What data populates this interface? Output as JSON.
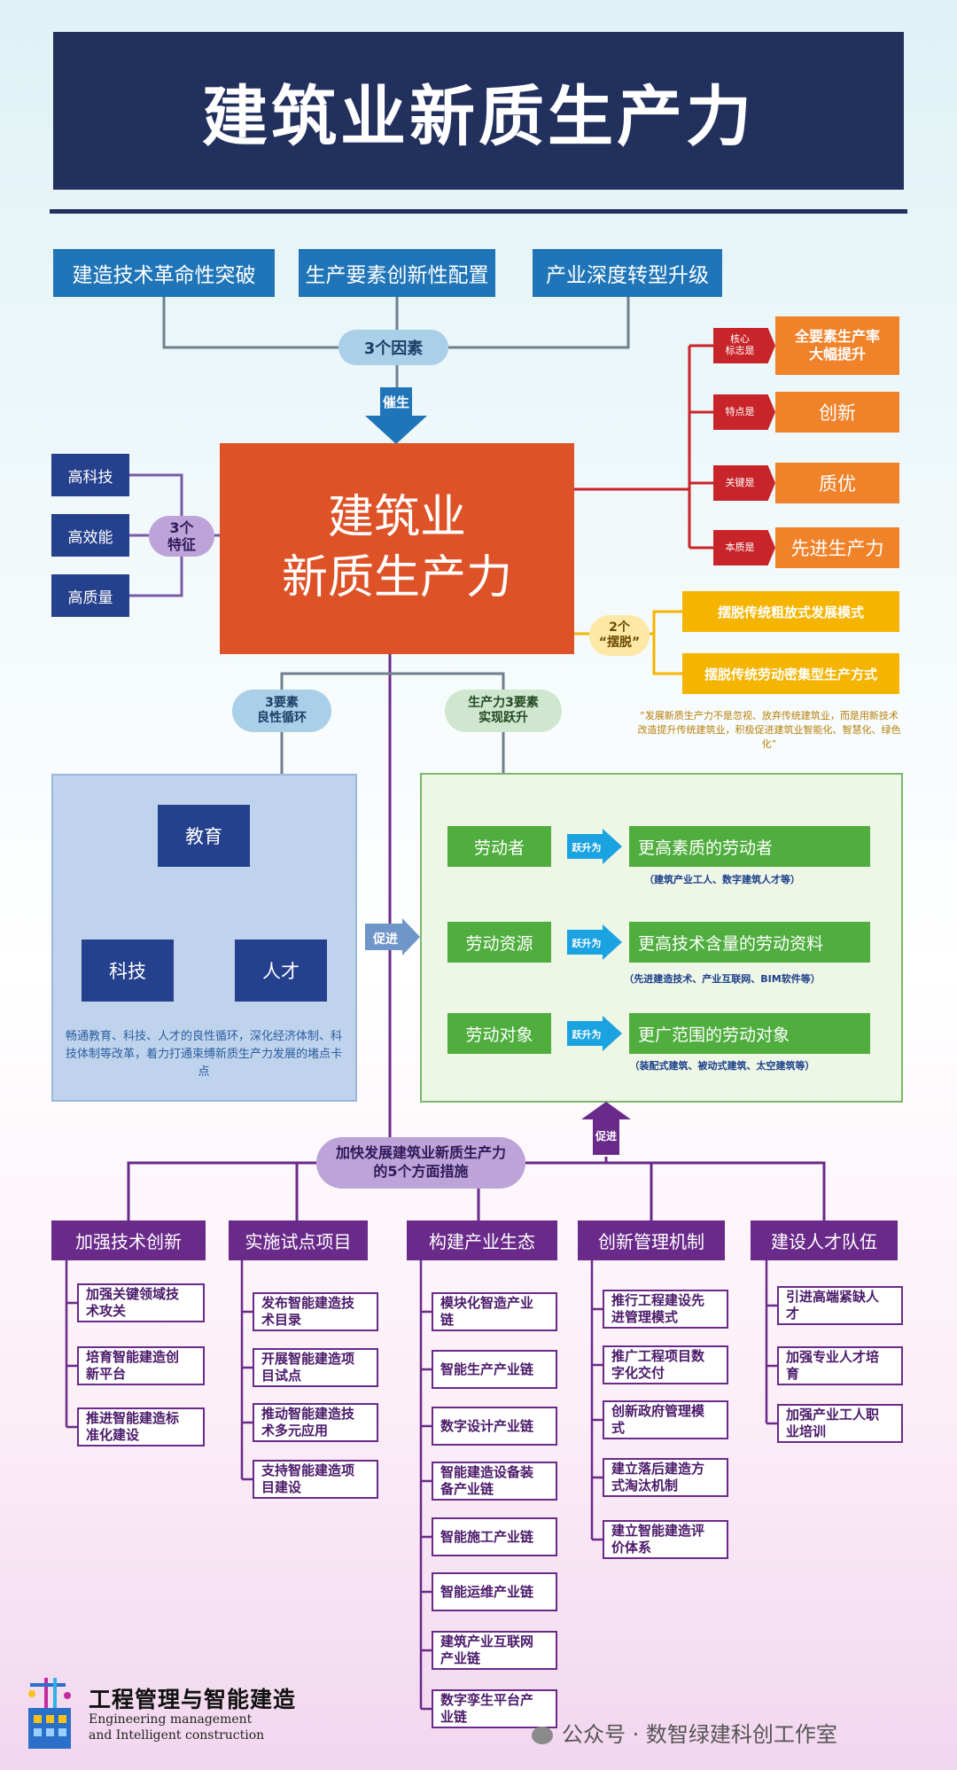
{
  "title": "建筑业新质生产力",
  "factors": {
    "items": [
      "建造技术革命性突破",
      "生产要素创新性配置",
      "产业深度转型升级"
    ],
    "hub": "3个因素",
    "arrow": "催生"
  },
  "core": {
    "line1": "建筑业",
    "line2": "新质生产力"
  },
  "features": {
    "items": [
      "高科技",
      "高效能",
      "高质量"
    ],
    "hub": "3个\n特征"
  },
  "attributes": [
    {
      "tag": "核心\n标志是",
      "value": "全要素生产率\n大幅提升"
    },
    {
      "tag": "特点是",
      "value": "创新"
    },
    {
      "tag": "关键是",
      "value": "质优"
    },
    {
      "tag": "本质是",
      "value": "先进生产力"
    }
  ],
  "breakaway": {
    "hub": "2个\n“摆脱”",
    "items": [
      "摆脱传统粗放式发展模式",
      "摆脱传统劳动密集型生产方式"
    ],
    "quote": "“发展新质生产力不是忽视、放弃传统建筑业，而是用新技术改造提升传统建筑业，积极促进建筑业智能化、智慧化、绿色化”"
  },
  "cycle": {
    "pill": "3要素\n良性循环",
    "nodes": {
      "education": "教育",
      "tech": "科技",
      "talent": "人才"
    },
    "note": "畅通教育、科技、人才的良性循环，深化经济体制、科技体制等改革，着力打通束缚新质生产力发展的堵点卡点"
  },
  "promote_label": "促进",
  "leap": {
    "pill": "生产力3要素\n实现跃升",
    "arrow_label": "跃升为",
    "rows": [
      {
        "from": "劳动者",
        "to": "更高素质的劳动者",
        "note": "（建筑产业工人、数字建筑人才等）"
      },
      {
        "from": "劳动资源",
        "to": "更高技术含量的劳动资料",
        "note": "（先进建造技术、产业互联网、BIM软件等）"
      },
      {
        "from": "劳动对象",
        "to": "更广范围的劳动对象",
        "note": "（装配式建筑、被动式建筑、太空建筑等）"
      }
    ]
  },
  "measures": {
    "pill": "加快发展建筑业新质生产力\n的5个方面措施",
    "categories": [
      {
        "label": "加强技术创新",
        "items": [
          "加强关键领域技\n术攻关",
          "培育智能建造创\n新平台",
          "推进智能建造标\n准化建设"
        ]
      },
      {
        "label": "实施试点项目",
        "items": [
          "发布智能建造技\n术目录",
          "开展智能建造项\n目试点",
          "推动智能建造技\n术多元应用",
          "支持智能建造项\n目建设"
        ]
      },
      {
        "label": "构建产业生态",
        "items": [
          "模块化智造产业\n链",
          "智能生产产业链",
          "数字设计产业链",
          "智能建造设备装\n备产业链",
          "智能施工产业链",
          "智能运维产业链",
          "建筑产业互联网\n产业链",
          "数字孪生平台产\n业链"
        ]
      },
      {
        "label": "创新管理机制",
        "items": [
          "推行工程建设先\n进管理模式",
          "推广工程项目数\n字化交付",
          "创新政府管理模\n式",
          "建立落后建造方\n式淘汰机制",
          "建立智能建造评\n价体系"
        ]
      },
      {
        "label": "建设人才队伍",
        "items": [
          "引进高端紧缺人\n才",
          "加强专业人才培\n育",
          "加强产业工人职\n业培训"
        ]
      }
    ]
  },
  "footer": {
    "logo_text": "工程管理与智能建造",
    "logo_sub": "Engineering management\nand Intelligent construction",
    "wechat": "公众号 · 数智绿建科创工作室"
  }
}
